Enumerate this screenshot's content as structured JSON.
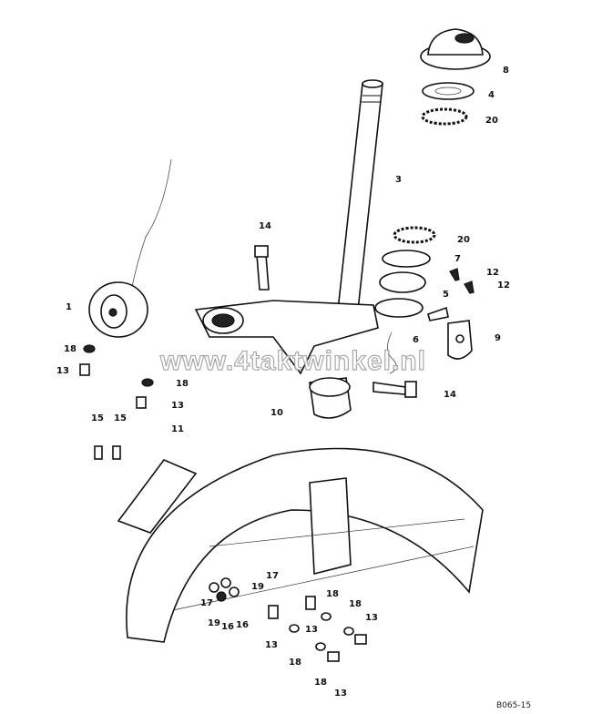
{
  "diagram": {
    "watermark": "www.4taktwinkel.nl",
    "drawing_code": "B065-15",
    "callouts": {
      "c8": "8",
      "c4": "4",
      "c20a": "20",
      "c3": "3",
      "c20b": "20",
      "c14a": "14",
      "c7": "7",
      "c12a": "12",
      "c12b": "12",
      "c5": "5",
      "c1": "1",
      "c9": "9",
      "c6": "6",
      "c18a": "18",
      "c13a": "13",
      "c18b": "18",
      "c14b": "14",
      "c13b": "13",
      "c10": "10",
      "c15a": "15",
      "c15b": "15",
      "c11": "11",
      "c17a": "17",
      "c19a": "19",
      "c17b": "17",
      "c19b": "19",
      "c16a": "16",
      "c16b": "16",
      "c18c": "18",
      "c13c": "13",
      "c18d": "18",
      "c13d": "13",
      "c13e": "13",
      "c18e": "18",
      "c18f": "18",
      "c13f": "13"
    }
  }
}
